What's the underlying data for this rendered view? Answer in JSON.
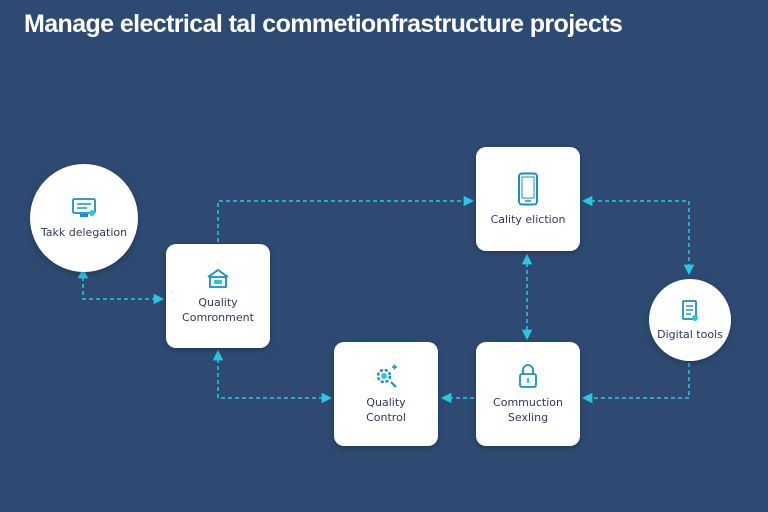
{
  "title": "Manage electrical tal commetionfrastructure projects",
  "colors": {
    "background": "#2e4a72",
    "node": "#ffffff",
    "connector": "#29c7e3",
    "icon": "#1a8fc4",
    "text": "#2d3b55"
  },
  "nodes": {
    "task_delegation": {
      "line1": "Takk delegation",
      "icon": "monitor-icon"
    },
    "quality_component": {
      "line1": "Quality",
      "line2": "Comronment",
      "icon": "building-icon"
    },
    "quality_election": {
      "line1": "Cality eliction",
      "icon": "smartphone-icon"
    },
    "digital_tools": {
      "line1": "Digital tools",
      "icon": "document-icon"
    },
    "quality_control": {
      "line1": "Quality",
      "line2": "Control",
      "icon": "gear-icon"
    },
    "construction_sealing": {
      "line1": "Commuction",
      "line2": "Sexling",
      "icon": "lock-icon"
    }
  }
}
